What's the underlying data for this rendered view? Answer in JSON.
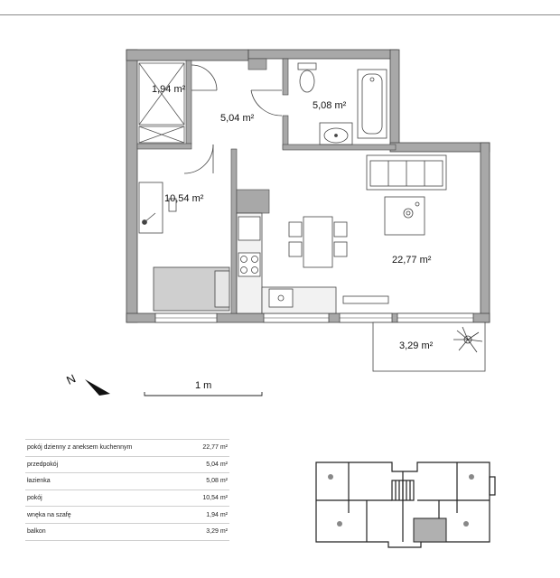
{
  "plan": {
    "rooms": [
      {
        "id": "wardrobe",
        "area": "1,94 m²"
      },
      {
        "id": "hallway",
        "area": "5,04 m²"
      },
      {
        "id": "bathroom",
        "area": "5,08 m²"
      },
      {
        "id": "bedroom",
        "area": "10,54 m²"
      },
      {
        "id": "living",
        "area": "22,77 m²"
      },
      {
        "id": "balcony",
        "area": "3,29 m²"
      }
    ],
    "north_label": "N",
    "scale_label": "1 m"
  },
  "room_table": [
    {
      "name": "pokój dzienny z aneksem kuchennym",
      "area": "22,77 m²"
    },
    {
      "name": "przedpokój",
      "area": "5,04 m²"
    },
    {
      "name": "łazienka",
      "area": "5,08 m²"
    },
    {
      "name": "pokój",
      "area": "10,54 m²"
    },
    {
      "name": "wnęka na szafę",
      "area": "1,94 m²"
    },
    {
      "name": "balkon",
      "area": "3,29 m²"
    }
  ]
}
